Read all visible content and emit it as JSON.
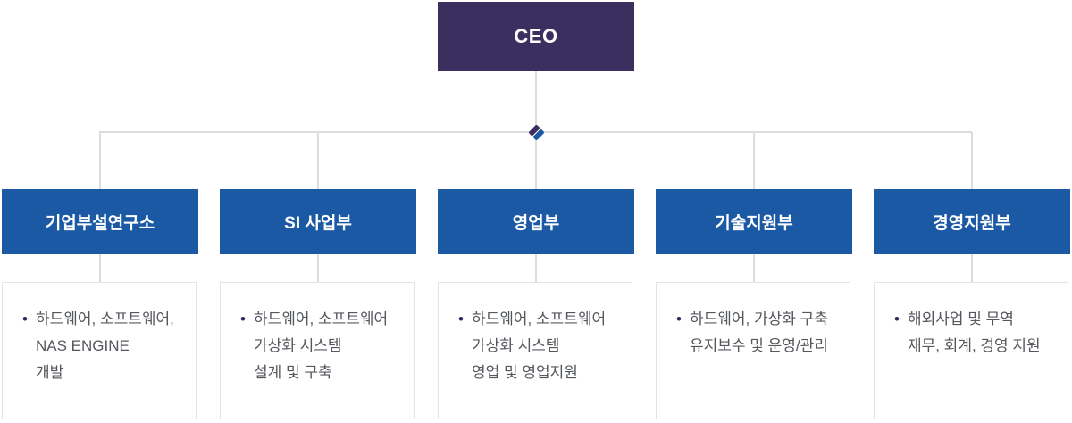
{
  "chart": {
    "root": {
      "label": "CEO"
    },
    "departments": [
      {
        "title": "기업부설연구소",
        "details": [
          "하드웨어, 소프트웨어,",
          "NAS ENGINE",
          "개발"
        ]
      },
      {
        "title": "SI 사업부",
        "details": [
          "하드웨어, 소프트웨어",
          "가상화 시스템",
          "설계 및 구축"
        ]
      },
      {
        "title": "영업부",
        "details": [
          "하드웨어, 소프트웨어",
          "가상화 시스템",
          "영업 및 영업지원"
        ]
      },
      {
        "title": "기술지원부",
        "details": [
          "하드웨어, 가상화 구축",
          "유지보수 및 운영/관리"
        ]
      },
      {
        "title": "경영지원부",
        "details": [
          "해외사업 및 무역",
          "재무, 회계, 경영 지원"
        ]
      }
    ],
    "icons": {
      "bullet": "•"
    },
    "colors": {
      "root_bg": "#3b2f5f",
      "dept_bg": "#1c59a4",
      "line": "#dcdcdc",
      "detail_border": "#e4e4e4",
      "detail_text": "#54575c",
      "bullet": "#2b2862"
    }
  }
}
